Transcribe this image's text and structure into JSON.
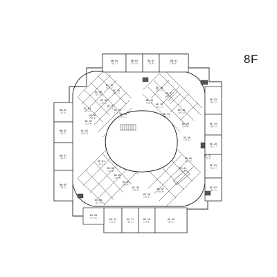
{
  "floor": {
    "label": "8F"
  },
  "units": [
    {
      "code": "8N-04",
      "area": "(15.3)"
    },
    {
      "code": "8N-03",
      "area": "(13.6)"
    },
    {
      "code": "8N-02",
      "area": "(13.4)"
    },
    {
      "code": "8N-01",
      "area": "(26.6)"
    },
    {
      "code": "8C-11",
      "area": "(11.1)"
    },
    {
      "code": "8C-10",
      "area": "(11.1)"
    },
    {
      "code": "8C-09",
      "area": "(16.4)"
    },
    {
      "code": "8C-08",
      "area": "(12.2)"
    },
    {
      "code": "8C-07",
      "area": "(12.2)"
    },
    {
      "code": "8C-06",
      "area": "(11.5)"
    },
    {
      "code": "8C-05",
      "area": "(11.5)"
    },
    {
      "code": "8C-04",
      "area": "(17.6)"
    },
    {
      "code": "8C-03",
      "area": "(16.8)"
    },
    {
      "code": "8C-02",
      "area": "(22.4)"
    },
    {
      "code": "8C-01",
      "area": "(34.5)"
    },
    {
      "code": "8W-03",
      "area": "(22.6)"
    },
    {
      "code": "8W-02",
      "area": "(23.2)"
    },
    {
      "code": "8W-01",
      "area": "(32.6)"
    },
    {
      "code": "8W-05",
      "area": "(34.6)"
    },
    {
      "code": "8E-18",
      "area": "(29.3)"
    },
    {
      "code": "8E-17",
      "area": "(12.7)"
    },
    {
      "code": "8E-16",
      "area": "(16.3)"
    },
    {
      "code": "8E-15",
      "area": "(13.1)"
    },
    {
      "code": "8E-14",
      "area": "(13.1)"
    },
    {
      "code": "8E-10",
      "area": "(24.5)"
    },
    {
      "code": "8E-09",
      "area": "(14.6)"
    },
    {
      "code": "8E-08",
      "area": "(17.6)"
    },
    {
      "code": "8E-05",
      "area": "(22.5)"
    },
    {
      "code": "8E-04",
      "area": "(16.5)"
    },
    {
      "code": "8E-03",
      "area": "(38.4)"
    },
    {
      "code": "8E-01",
      "area": "(12.5)"
    },
    {
      "code": "8S-07",
      "area": "(26.8)"
    },
    {
      "code": "8S-06",
      "area": "(15.3)"
    },
    {
      "code": "8S-05",
      "area": "(22.5)"
    },
    {
      "code": "8S-04",
      "area": "(19.6)"
    },
    {
      "code": "8S-03",
      "area": "(16.4)"
    },
    {
      "code": "8S-02",
      "area": "(13.8)"
    },
    {
      "code": "8S-01",
      "area": "(21.5)"
    },
    {
      "code": "8S-12",
      "area": "(14.2)"
    },
    {
      "code": "8S-11",
      "area": "(14.2)"
    },
    {
      "code": "8S-10",
      "area": "(14.2)"
    },
    {
      "code": "8S-09",
      "area": "(36.5)"
    },
    {
      "code": "8S-20",
      "area": "(14.2)"
    },
    {
      "code": "8S-08",
      "area": "(22.9)"
    },
    {
      "code": "8E-07",
      "area": "(16.2)"
    },
    {
      "code": "8E-19",
      "area": "(18.4)"
    },
    {
      "code": "8E-20",
      "area": "(16.2)"
    },
    {
      "code": "8E-21",
      "area": "(12.5)"
    }
  ]
}
